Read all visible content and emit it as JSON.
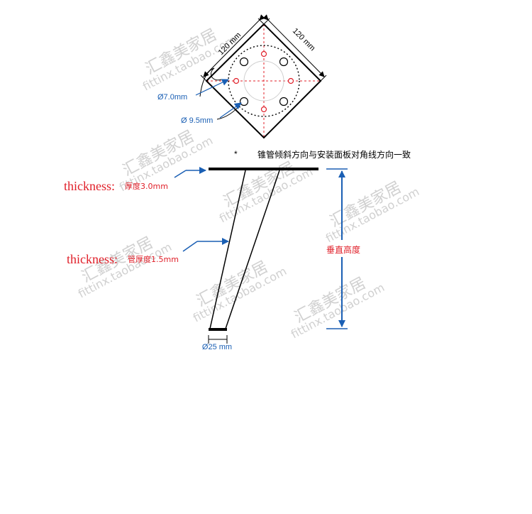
{
  "plate": {
    "dim_a": "120 mm",
    "dim_b": "120 mm",
    "hole_small": "Ø7.0mm",
    "hole_large": "Ø 9.5mm"
  },
  "note": {
    "star": "*",
    "text": "锥管倾斜方向与安装面板对角线方向一致"
  },
  "leg": {
    "plate_thickness_word": "thickness:",
    "plate_thickness_value": "厚度3.0mm",
    "tube_thickness_word": "thickness:",
    "tube_thickness_value": "管厚度1.5mm",
    "height_label": "垂直高度",
    "bottom_diameter": "Ø25 mm"
  },
  "watermark": {
    "cn": "汇鑫美家居",
    "url": "fittinx.taobao.com"
  },
  "colors": {
    "line": "#000000",
    "blue": "#1a5fb4",
    "red": "#e0202a",
    "watermark": "#d0d0d0"
  }
}
